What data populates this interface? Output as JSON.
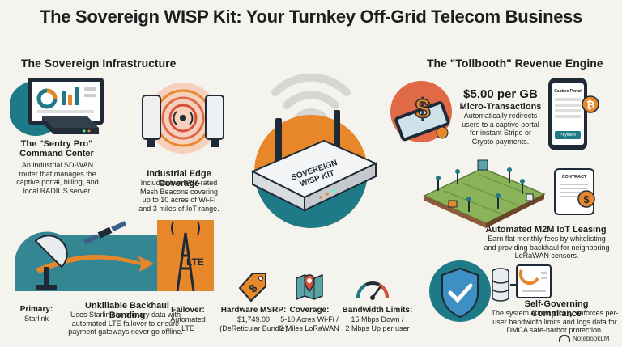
{
  "title": "The Sovereign WISP Kit: Your Turnkey Off-Grid Telecom Business",
  "sections": {
    "infrastructure": "The Sovereign Infrastructure",
    "revenue": "The \"Tollbooth\" Revenue Engine"
  },
  "command_center": {
    "title_line1": "The \"Sentry Pro\"",
    "title_line2": "Command Center",
    "desc": "An industrial SD-WAN router that manages the captive portal, billing, and local RADIUS server."
  },
  "edge": {
    "title": "Industrial Edge Coverage",
    "desc": "Includes two IP67-rated Mesh Beacons covering up to 10 acres of Wi-Fi and 3 miles of IoT range."
  },
  "router_label": {
    "line1": "SOVEREIGN",
    "line2": "WISP KIT"
  },
  "backhaul": {
    "title": "Unkillable Backhaul Bonding",
    "desc": "Uses Starlink as primary data with automated LTE failover to ensure payment gateways never go offline.",
    "primary_label": "Primary:",
    "primary_value": "Starlink",
    "failover_label": "Failover:",
    "failover_value": "Automated LTE",
    "lte_tower_text": "LTE"
  },
  "specs": {
    "msrp_label": "Hardware MSRP:",
    "msrp_value": "$1,749.00",
    "msrp_note": "(DeReticular Bundle)",
    "coverage_label": "Coverage:",
    "coverage_value1": "5-10 Acres Wi-Fi /",
    "coverage_value2": "3 Miles LoRaWAN",
    "bandwidth_label": "Bandwidth Limits:",
    "bandwidth_value1": "15 Mbps Down /",
    "bandwidth_value2": "2 Mbps Up per user"
  },
  "micro": {
    "price": "$5.00 per GB",
    "title": "Micro-Transactions",
    "desc": "Automatically redirects users to a captive portal for instant Stripe or Crypto payments.",
    "portal_title": "Captive Portal",
    "portal_button": "Payment"
  },
  "iot": {
    "title": "Automated M2M IoT Leasing",
    "desc": "Earn flat monthly fees by whitelisting and providing backhaul for neighboring LoRaWAN censors.",
    "contract_label": "CONTRACT"
  },
  "compliance": {
    "title": "Self-Governing Compliance",
    "desc": "The system automatically enforces per-user bandwidth limits and logs data for DMCA safe-harbor protection."
  },
  "watermark": "NotebookLM",
  "colors": {
    "orange": "#e8872a",
    "teal": "#1f7a87",
    "navy": "#1e2a36",
    "red": "#d9503a"
  }
}
